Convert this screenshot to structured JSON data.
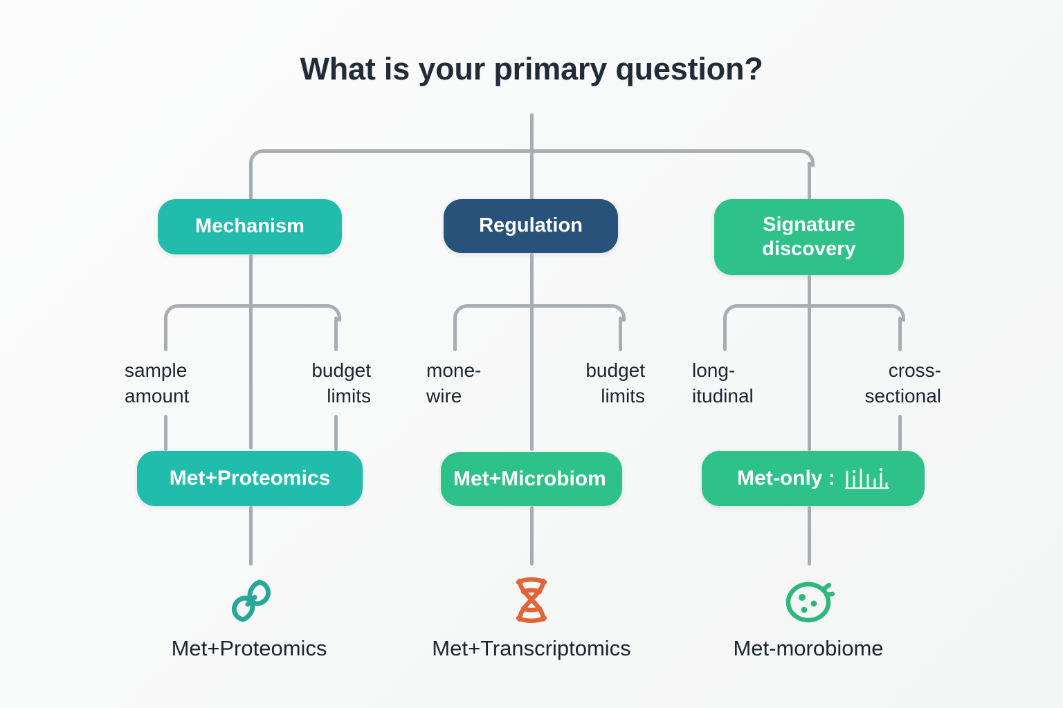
{
  "diagram": {
    "title": "What is your primary question?",
    "type": "decision-tree",
    "background_color": "#fafafa",
    "line_color": "#a8adb2",
    "text_color": "#1b2430"
  },
  "branches": [
    {
      "id": "mechanism",
      "question_label": "Mechanism",
      "question_color": "#22bcac",
      "conditions": {
        "left": "sample\namount",
        "right": "budget\nlimits"
      },
      "result_label": "Met+Proteomics",
      "result_color": "#22bcac",
      "outcome_icon": "protein-icon",
      "outcome_icon_color": "#2aa79b",
      "outcome_label": "Met+Proteomics"
    },
    {
      "id": "regulation",
      "question_label": "Regulation",
      "question_color": "#28527a",
      "conditions": {
        "left": "mone-\nwire",
        "right": "budget\nlimits"
      },
      "result_label": "Met+Microbiom",
      "result_color": "#2ec189",
      "outcome_icon": "dna-helix-icon",
      "outcome_icon_color": "#e0663a",
      "outcome_label": "Met+Transcriptomics"
    },
    {
      "id": "signature-discovery",
      "question_label": "Signature\ndiscovery",
      "question_color": "#2ec189",
      "conditions": {
        "left": "long-\nitudinal",
        "right": "cross-\nsectional"
      },
      "result_label": "Met-only :",
      "result_icon": "mass-spectrum-icon",
      "result_color": "#2ec189",
      "outcome_icon": "microbe-icon",
      "outcome_icon_color": "#2eb87c",
      "outcome_label": "Met-morobiome"
    }
  ]
}
